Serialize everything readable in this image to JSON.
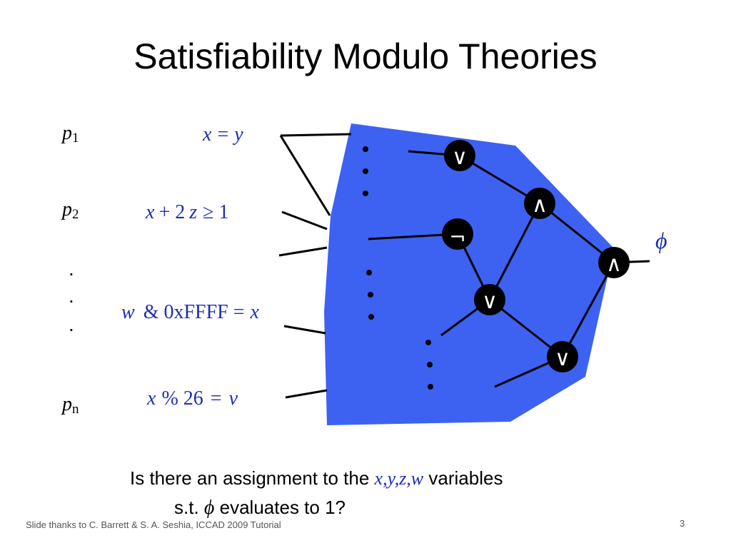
{
  "slide": {
    "title": "Satisfiability Modulo Theories",
    "footer": "Slide thanks to C. Barrett & S. A. Seshia, ICCAD 2009 Tutorial",
    "slide_number": "3"
  },
  "predicates": [
    {
      "name": "p",
      "sub": "1",
      "formula": [
        "x",
        "=",
        "y"
      ]
    },
    {
      "name": "p",
      "sub": "2",
      "formula": [
        "x",
        "+ 2",
        "z",
        "≥ 1"
      ]
    },
    {
      "name": "p",
      "sub": "n",
      "formula": [
        "x",
        "% 26",
        "=",
        "v"
      ]
    }
  ],
  "extra_formula": [
    "w",
    "& 0xFFFF =",
    "x"
  ],
  "ellipsis_dot": ".",
  "gates": {
    "or_top": "∨",
    "and_mid": "∧",
    "not": "¬",
    "or_mid": "∨",
    "and_out": "∧",
    "or_bottom": "∨"
  },
  "output_symbol": "ϕ",
  "question": {
    "line1_prefix": "Is there an assignment to the",
    "variables": "x,y,z,w",
    "line1_suffix": "variables",
    "line2_prefix": "s.t.",
    "phi": "ϕ",
    "line2_suffix": "evaluates to 1?"
  },
  "colors": {
    "blob_fill": "#3d62f2",
    "formula_text": "#1e2db4",
    "gate_fill": "#000000",
    "gate_text": "#ffffff"
  }
}
